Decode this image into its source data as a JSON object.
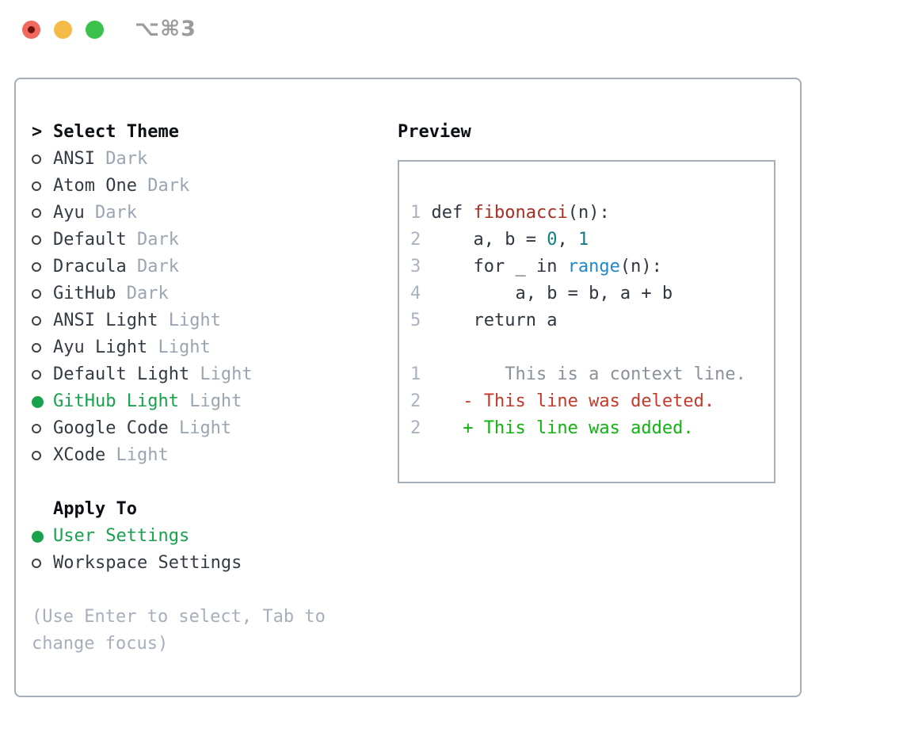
{
  "window": {
    "title": "⌥⌘3",
    "traffic_lights": {
      "close": "close",
      "minimize": "minimize",
      "zoom": "zoom"
    }
  },
  "theme_list": {
    "header_prefix": ">",
    "header": "Select Theme",
    "items": [
      {
        "name": "ANSI",
        "variant": "Dark",
        "selected": false
      },
      {
        "name": "Atom One",
        "variant": "Dark",
        "selected": false
      },
      {
        "name": "Ayu",
        "variant": "Dark",
        "selected": false
      },
      {
        "name": "Default",
        "variant": "Dark",
        "selected": false
      },
      {
        "name": "Dracula",
        "variant": "Dark",
        "selected": false
      },
      {
        "name": "GitHub",
        "variant": "Dark",
        "selected": false
      },
      {
        "name": "ANSI Light",
        "variant": "Light",
        "selected": false
      },
      {
        "name": "Ayu Light",
        "variant": "Light",
        "selected": false
      },
      {
        "name": "Default Light",
        "variant": "Light",
        "selected": false
      },
      {
        "name": "GitHub Light",
        "variant": "Light",
        "selected": true
      },
      {
        "name": "Google Code",
        "variant": "Light",
        "selected": false
      },
      {
        "name": "XCode",
        "variant": "Light",
        "selected": false
      }
    ]
  },
  "apply_to": {
    "header": "Apply To",
    "options": [
      {
        "label": "User Settings",
        "selected": true
      },
      {
        "label": "Workspace Settings",
        "selected": false
      }
    ]
  },
  "hint": "(Use Enter to select, Tab to change focus)",
  "preview": {
    "header": "Preview",
    "code_lines": [
      {
        "num": "1",
        "segments": [
          {
            "text": " def ",
            "style": "plain"
          },
          {
            "text": "fibonacci",
            "style": "func"
          },
          {
            "text": "(n):",
            "style": "plain"
          }
        ]
      },
      {
        "num": "2",
        "segments": [
          {
            "text": "     a, b = ",
            "style": "plain"
          },
          {
            "text": "0",
            "style": "numlit"
          },
          {
            "text": ", ",
            "style": "plain"
          },
          {
            "text": "1",
            "style": "numlit"
          }
        ]
      },
      {
        "num": "3",
        "segments": [
          {
            "text": "     for _ in ",
            "style": "plain"
          },
          {
            "text": "range",
            "style": "builtin"
          },
          {
            "text": "(n):",
            "style": "plain"
          }
        ]
      },
      {
        "num": "4",
        "segments": [
          {
            "text": "         a, b = b, a + b",
            "style": "plain"
          }
        ]
      },
      {
        "num": "5",
        "segments": [
          {
            "text": "     return a",
            "style": "plain"
          }
        ]
      }
    ],
    "diff_lines": [
      {
        "num": "1",
        "segments": [
          {
            "text": "        This is a context line.",
            "style": "context"
          }
        ]
      },
      {
        "num": "2",
        "segments": [
          {
            "text": "    - This line was deleted.",
            "style": "del"
          }
        ]
      },
      {
        "num": "2",
        "segments": [
          {
            "text": "    + This line was added.",
            "style": "add"
          }
        ]
      }
    ]
  },
  "colors": {
    "accent_green": "#17a24b",
    "function_red": "#ab2d22",
    "number_teal": "#0f7d84",
    "builtin_blue": "#1f88c9",
    "diff_deleted": "#c43a2a",
    "diff_added": "#10b310",
    "muted_gray": "#9aa5b3",
    "border_gray": "#a5adb8"
  }
}
